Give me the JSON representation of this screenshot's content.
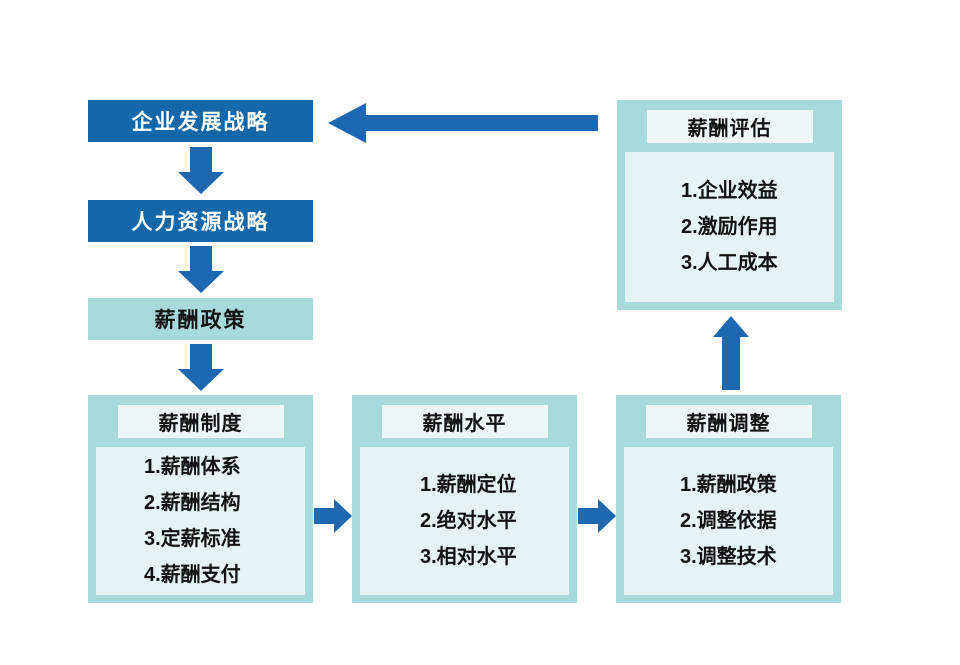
{
  "palette": {
    "dark_blue": "#1467a8",
    "arrow_blue": "#1e68b2",
    "teal": "#a7d9dd",
    "header_bg": "#edf7f8",
    "body_bg": "#e6f3f5",
    "text_dark": "#121212",
    "text_light": "#ffffff",
    "page_bg": "#ffffff"
  },
  "flow": {
    "strategy_boxes": [
      {
        "label": "企业发展战略"
      },
      {
        "label": "人力资源战略"
      },
      {
        "label": "薪酬政策"
      }
    ],
    "detail_boxes": [
      {
        "title": "薪酬制度",
        "items": [
          "1.薪酬体系",
          "2.薪酬结构",
          "3.定薪标准",
          "4.薪酬支付"
        ]
      },
      {
        "title": "薪酬水平",
        "items": [
          "1.薪酬定位",
          "2.绝对水平",
          "3.相对水平"
        ]
      },
      {
        "title": "薪酬调整",
        "items": [
          "1.薪酬政策",
          "2.调整依据",
          "3.调整技术"
        ]
      },
      {
        "title": "薪酬评估",
        "items": [
          "1.企业效益",
          "2.激励作用",
          "3.人工成本"
        ]
      }
    ],
    "arrows": [
      {
        "name": "down-arrow-1"
      },
      {
        "name": "down-arrow-2"
      },
      {
        "name": "down-arrow-3"
      },
      {
        "name": "right-arrow-1"
      },
      {
        "name": "right-arrow-2"
      },
      {
        "name": "up-arrow"
      },
      {
        "name": "feedback-left-arrow"
      }
    ]
  }
}
